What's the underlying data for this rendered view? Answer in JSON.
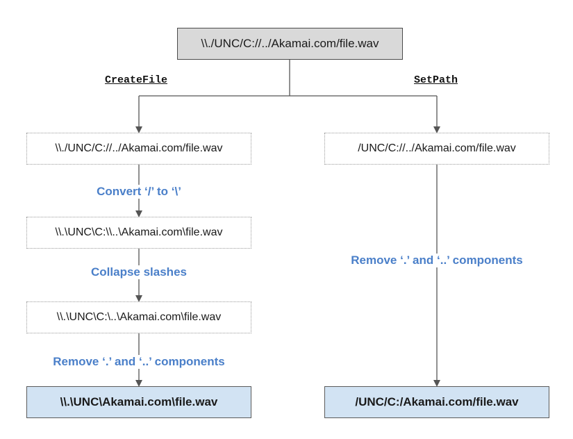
{
  "source_path": "\\\\./UNC/C://../Akamai.com/file.wav",
  "left_branch": {
    "function": "CreateFile",
    "steps": [
      {
        "path": "\\\\./UNC/C://../Akamai.com/file.wav"
      },
      {
        "label": "Convert ‘/’ to ‘\\’",
        "path": "\\\\.\\UNC\\C:\\\\..\\Akamai.com\\file.wav"
      },
      {
        "label": "Collapse slashes",
        "path": "\\\\.\\UNC\\C:\\..\\Akamai.com\\file.wav"
      }
    ],
    "final_label": "Remove ‘.’ and ‘..’ components",
    "result": "\\\\.\\UNC\\Akamai.com\\file.wav"
  },
  "right_branch": {
    "function": "SetPath",
    "first_path": "/UNC/C://../Akamai.com/file.wav",
    "step_label": "Remove ‘.’ and ‘..’ components",
    "result": "/UNC/C:/Akamai.com/file.wav"
  },
  "colors": {
    "source_fill": "#d9d9d9",
    "result_fill": "#d2e3f3",
    "step_label": "#4a7fc9",
    "connector": "#555555"
  }
}
